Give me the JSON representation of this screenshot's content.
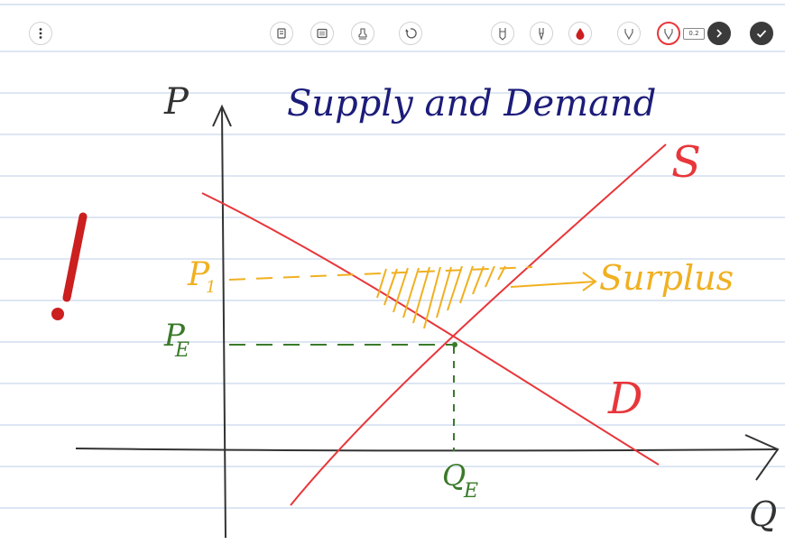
{
  "toolbar": {
    "left_buttons": [
      {
        "name": "menu-button",
        "icon": "vertical-dots-icon"
      }
    ],
    "center_buttons": [
      {
        "name": "notebook-button",
        "icon": "notebook-icon"
      },
      {
        "name": "image-button",
        "icon": "image-icon"
      },
      {
        "name": "stamp-button",
        "icon": "stamp-icon"
      },
      {
        "name": "undo-button",
        "icon": "undo-icon"
      }
    ],
    "tool_buttons": [
      {
        "name": "pencil-tool-button",
        "icon": "pencil-icon"
      },
      {
        "name": "fountain-pen-tool-button",
        "icon": "fountain-pen-icon"
      },
      {
        "name": "red-ink-tool-button",
        "icon": "ink-drop-icon",
        "color": "#cc1f1f"
      },
      {
        "name": "pen-tool-button",
        "icon": "pen-icon"
      },
      {
        "name": "highlighter-tool-button",
        "icon": "highlighter-icon",
        "selected": true
      }
    ],
    "zoom_badge": "0.2",
    "right_buttons": [
      {
        "name": "next-button",
        "icon": "chevron-right-icon"
      },
      {
        "name": "done-button",
        "icon": "checkmark-icon"
      }
    ]
  },
  "handwriting": {
    "title": "Supply and Demand",
    "p_axis": "P",
    "q_axis": "Q",
    "supply_label": "S",
    "demand_label": "D",
    "p1_label": "P",
    "p1_subscript": "1",
    "pe_label": "P",
    "pe_subscript": "E",
    "qe_label": "Q",
    "qe_subscript": "E",
    "surplus_label": "Surplus",
    "exclamation": "!"
  },
  "colors": {
    "title_ink": "#1c1c7a",
    "axes_ink": "#333333",
    "curve_ink": "#e8363a",
    "surplus_ink": "#f0b020",
    "equilibrium_ink": "#3a7a2a",
    "exclamation_ink": "#cc1f1f",
    "ruled_line": "#dde6f3"
  }
}
